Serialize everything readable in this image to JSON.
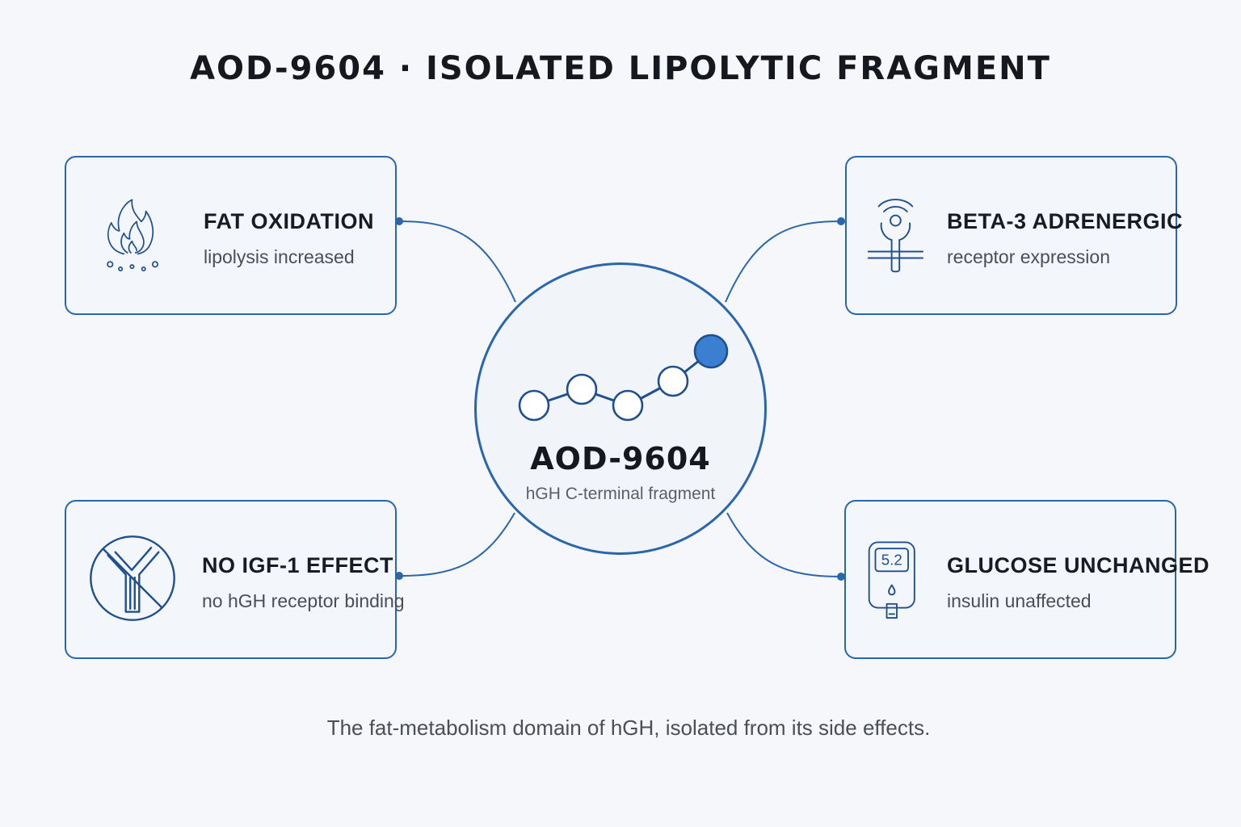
{
  "title": "AOD-9604 · ISOLATED LIPOLYTIC FRAGMENT",
  "center": {
    "label": "AOD-9604",
    "subtitle": "hGH C-terminal fragment",
    "icon": "molecule-chain-icon"
  },
  "cards": {
    "fat": {
      "title": "FAT OXIDATION",
      "subtitle": "lipolysis increased",
      "icon": "flame-icon"
    },
    "beta": {
      "title": "BETA-3 ADRENERGIC",
      "subtitle": "receptor expression",
      "icon": "receptor-signal-icon"
    },
    "igf": {
      "title": "NO IGF-1 EFFECT",
      "subtitle": "no hGH receptor binding",
      "icon": "no-receptor-icon"
    },
    "glucose": {
      "title": "GLUCOSE UNCHANGED",
      "subtitle": "insulin unaffected",
      "icon": "glucose-meter-icon",
      "meter_reading": "5.2"
    }
  },
  "caption": "The fat-metabolism domain of hGH, isolated from its side effects.",
  "colors": {
    "accent": "#2a66ad",
    "node_fill": "#3a7fd0",
    "background": "#f5f7fa",
    "text": "#15181f"
  }
}
